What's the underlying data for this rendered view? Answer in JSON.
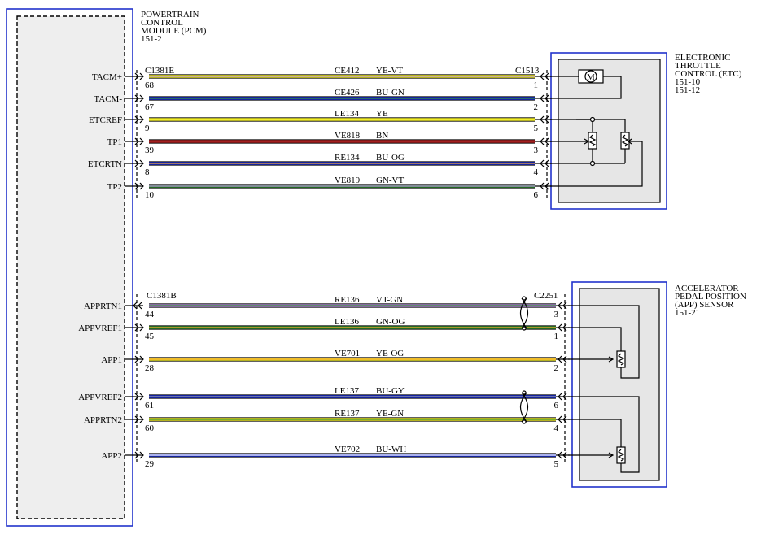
{
  "pcm": {
    "title_lines": [
      "POWERTRAIN",
      "CONTROL",
      "MODULE (PCM)",
      "151-2"
    ]
  },
  "etc": {
    "title_lines": [
      "ELECTRONIC",
      "THROTTLE",
      "CONTROL (ETC)",
      "151-10",
      "151-12"
    ],
    "connector_left": "C1381E",
    "connector_right": "C1513"
  },
  "app": {
    "title_lines": [
      "ACCELERATOR",
      "PEDAL POSITION",
      "(APP) SENSOR",
      "151-21"
    ],
    "connector_left": "C1381B",
    "connector_right": "C2251"
  },
  "colors": {
    "module_border": "#2233cc",
    "YE": "#f2ee2a",
    "VT": "#b48ed8",
    "BU": "#1b2fd0",
    "GN": "#2f8a2f",
    "BN": "#a32020",
    "OG": "#f0a02a",
    "GY": "#9a9a9a",
    "WH": "#ffffff",
    "sensor_bg": "#e6e6e6"
  },
  "etc_circuits": [
    {
      "signal": "TACM+",
      "pcm_pin": "68",
      "circuit": "CE412",
      "color": "YE-VT",
      "etc_pin": "1",
      "main": "YE",
      "stripe": "VT"
    },
    {
      "signal": "TACM-",
      "pcm_pin": "67",
      "circuit": "CE426",
      "color": "BU-GN",
      "etc_pin": "2",
      "main": "BU",
      "stripe": "GN"
    },
    {
      "signal": "ETCREF",
      "pcm_pin": "9",
      "circuit": "LE134",
      "color": "YE",
      "etc_pin": "5",
      "main": "YE",
      "stripe": ""
    },
    {
      "signal": "TP1",
      "pcm_pin": "39",
      "circuit": "VE818",
      "color": "BN",
      "etc_pin": "3",
      "main": "BN",
      "stripe": ""
    },
    {
      "signal": "ETCRTN",
      "pcm_pin": "8",
      "circuit": "RE134",
      "color": "BU-OG",
      "etc_pin": "4",
      "main": "BU",
      "stripe": "OG"
    },
    {
      "signal": "TP2",
      "pcm_pin": "10",
      "circuit": "VE819",
      "color": "GN-VT",
      "etc_pin": "6",
      "main": "GN",
      "stripe": "VT"
    }
  ],
  "app_circuits": [
    {
      "signal": "APPRTN1",
      "pcm_pin": "44",
      "circuit": "RE136",
      "color": "VT-GN",
      "app_pin": "3",
      "main": "VT",
      "stripe": "GN"
    },
    {
      "signal": "APPVREF1",
      "pcm_pin": "45",
      "circuit": "LE136",
      "color": "GN-OG",
      "app_pin": "1",
      "main": "GN",
      "stripe": "OG"
    },
    {
      "signal": "APP1",
      "pcm_pin": "28",
      "circuit": "VE701",
      "color": "YE-OG",
      "app_pin": "2",
      "main": "YE",
      "stripe": "OG"
    },
    {
      "signal": "APPVREF2",
      "pcm_pin": "61",
      "circuit": "LE137",
      "color": "BU-GY",
      "app_pin": "6",
      "main": "BU",
      "stripe": "GY"
    },
    {
      "signal": "APPRTN2",
      "pcm_pin": "60",
      "circuit": "RE137",
      "color": "YE-GN",
      "app_pin": "4",
      "main": "YE",
      "stripe": "GN"
    },
    {
      "signal": "APP2",
      "pcm_pin": "29",
      "circuit": "VE702",
      "color": "BU-WH",
      "app_pin": "5",
      "main": "BU",
      "stripe": "WH"
    }
  ],
  "motor_symbol": "M"
}
